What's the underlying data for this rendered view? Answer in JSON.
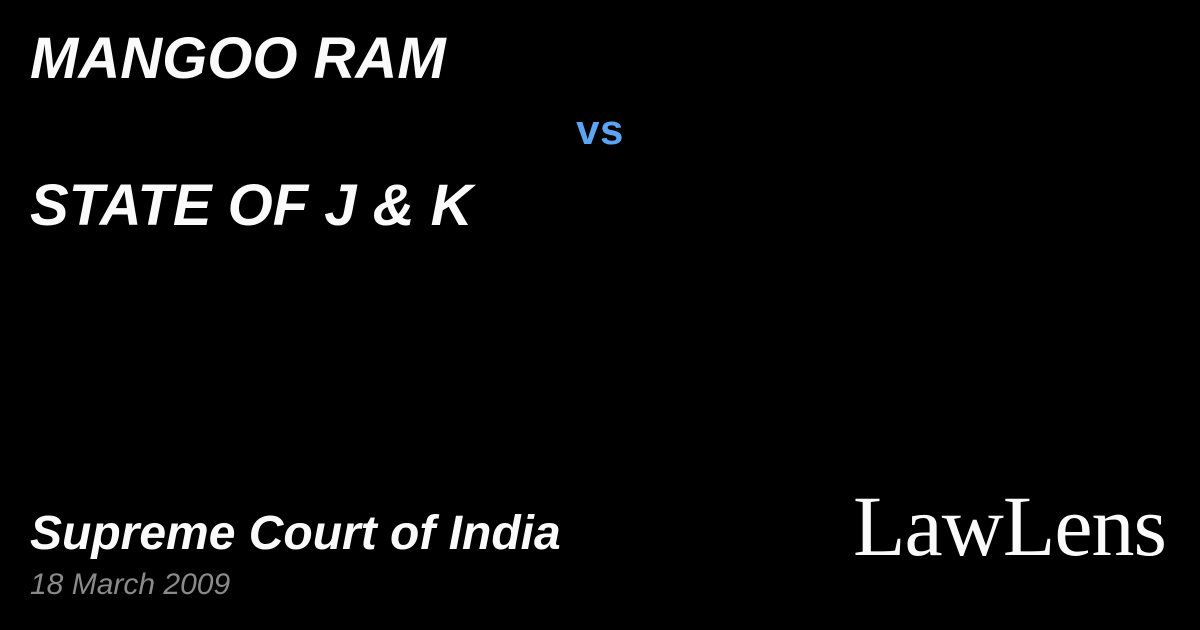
{
  "brand": {
    "logo": "LawLens"
  },
  "case": {
    "party_1": "MANGOO RAM",
    "versus": "vs",
    "party_2": "STATE OF J & K",
    "court": "Supreme Court of India",
    "date": "18 March 2009"
  },
  "colors": {
    "background": "#000000",
    "text": "#fafafa",
    "versus": "#5ba5f2",
    "date": "#8a8a8a"
  }
}
